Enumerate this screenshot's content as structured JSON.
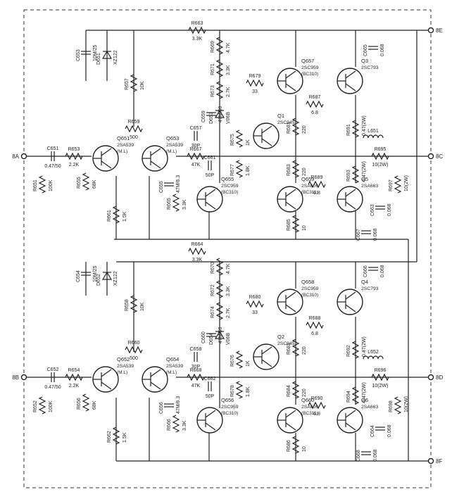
{
  "terminals": [
    {
      "id": "8E",
      "label": "8E"
    },
    {
      "id": "8C",
      "label": "8C"
    },
    {
      "id": "8A",
      "label": "8A"
    },
    {
      "id": "8B",
      "label": "8B"
    },
    {
      "id": "8D",
      "label": "8D"
    },
    {
      "id": "8F",
      "label": "8F"
    }
  ],
  "channels": [
    {
      "key": "a",
      "transistors": [
        {
          "name": "Q651",
          "type": "2SA539",
          "extra": "(M.L)"
        },
        {
          "name": "Q653",
          "type": "2SA539",
          "extra": "(M.L)"
        },
        {
          "name": "Q655",
          "type": "2SC959",
          "extra": "(BC310)"
        },
        {
          "name": "Q1",
          "type": "2SC945",
          "extra": ""
        },
        {
          "name": "Q657",
          "type": "2SC959",
          "extra": "(BC310)"
        },
        {
          "name": "Q3",
          "type": "2SC793",
          "extra": ""
        },
        {
          "name": "Q659",
          "type": "2SA606",
          "extra": "(BC311)"
        },
        {
          "name": "Q5",
          "type": "2SA663",
          "extra": ""
        }
      ],
      "resistors": [
        {
          "name": "R663",
          "value": "3.3K"
        },
        {
          "name": "R657",
          "value": "10K"
        },
        {
          "name": "R653",
          "value": "2.2K"
        },
        {
          "name": "R651",
          "value": "100K"
        },
        {
          "name": "R655",
          "value": "68K"
        },
        {
          "name": "R661",
          "value": "1.5K"
        },
        {
          "name": "R659",
          "value": "500"
        },
        {
          "name": "R665",
          "value": "3.3K"
        },
        {
          "name": "R667",
          "value": "47K"
        },
        {
          "name": "R669",
          "value": "4.7K"
        },
        {
          "name": "R671",
          "value": "3.3K"
        },
        {
          "name": "R673",
          "value": "2.7K"
        },
        {
          "name": "R679",
          "value": "33"
        },
        {
          "name": "R675",
          "value": "1K"
        },
        {
          "name": "R677",
          "value": "1.8K"
        },
        {
          "name": "R681",
          "value": "220"
        },
        {
          "name": "R683",
          "value": "220"
        },
        {
          "name": "R685",
          "value": "10"
        },
        {
          "name": "R687",
          "value": "6.8"
        },
        {
          "name": "R689",
          "value": "6.8"
        },
        {
          "name": "R691",
          "value": "0.47(2W)"
        },
        {
          "name": "R693",
          "value": "0.47(2W)"
        },
        {
          "name": "R695",
          "value": "10(2W)"
        },
        {
          "name": "R697",
          "value": "10(2W)"
        }
      ],
      "capacitors": [
        {
          "name": "C653",
          "value": "10M/25"
        },
        {
          "name": "C651",
          "value": "0.47/50"
        },
        {
          "name": "C655",
          "value": "47M/6.3"
        },
        {
          "name": "C657",
          "value": "30P"
        },
        {
          "name": "C661",
          "value": "50P"
        },
        {
          "name": "C659",
          "value": "47M/50"
        },
        {
          "name": "C665",
          "value": "0.068"
        },
        {
          "name": "C663",
          "value": "0.068"
        },
        {
          "name": "C667",
          "value": "0.068"
        }
      ],
      "diodes": [
        {
          "name": "D651",
          "type": "XZ122"
        },
        {
          "name": "D653",
          "type": "V06B"
        }
      ],
      "inductor": {
        "name": "L651"
      }
    },
    {
      "key": "b",
      "transistors": [
        {
          "name": "Q652",
          "type": "2SA539",
          "extra": "(M.L)"
        },
        {
          "name": "Q654",
          "type": "2SA539",
          "extra": "(M.L)"
        },
        {
          "name": "Q656",
          "type": "2SC959",
          "extra": "(BC310)"
        },
        {
          "name": "Q2",
          "type": "2SC945",
          "extra": ""
        },
        {
          "name": "Q658",
          "type": "2SC959",
          "extra": "(BC310)"
        },
        {
          "name": "Q4",
          "type": "2SC793",
          "extra": ""
        },
        {
          "name": "Q660",
          "type": "2SA606",
          "extra": "(BC311)"
        },
        {
          "name": "Q6",
          "type": "2SA663",
          "extra": ""
        }
      ],
      "resistors": [
        {
          "name": "R664",
          "value": "3.3K"
        },
        {
          "name": "R658",
          "value": "10K"
        },
        {
          "name": "R654",
          "value": "2.2K"
        },
        {
          "name": "R652",
          "value": "100K"
        },
        {
          "name": "R656",
          "value": "68K"
        },
        {
          "name": "R662",
          "value": "1.5K"
        },
        {
          "name": "R660",
          "value": "500"
        },
        {
          "name": "R666",
          "value": "3.3K"
        },
        {
          "name": "R668",
          "value": "47K"
        },
        {
          "name": "R670",
          "value": "4.7K"
        },
        {
          "name": "R672",
          "value": "3.3K"
        },
        {
          "name": "R674",
          "value": "2.7K"
        },
        {
          "name": "R680",
          "value": "33"
        },
        {
          "name": "R676",
          "value": "1K"
        },
        {
          "name": "R678",
          "value": "1.8K"
        },
        {
          "name": "R682",
          "value": "220"
        },
        {
          "name": "R684",
          "value": "220"
        },
        {
          "name": "R686",
          "value": "10"
        },
        {
          "name": "R688",
          "value": "6.8"
        },
        {
          "name": "R690",
          "value": "6.8"
        },
        {
          "name": "R692",
          "value": "0.47(2W)"
        },
        {
          "name": "R694",
          "value": "0.47(2W)"
        },
        {
          "name": "R696",
          "value": "10(2W)"
        },
        {
          "name": "R698",
          "value": "10(2W)"
        }
      ],
      "capacitors": [
        {
          "name": "C654",
          "value": "10M/25"
        },
        {
          "name": "C652",
          "value": "0.47/50"
        },
        {
          "name": "C656",
          "value": "47M/6.3"
        },
        {
          "name": "C658",
          "value": "30P"
        },
        {
          "name": "C662",
          "value": "50P"
        },
        {
          "name": "C660",
          "value": "47M/50"
        },
        {
          "name": "C666",
          "value": "0.068"
        },
        {
          "name": "C664",
          "value": "0.068"
        },
        {
          "name": "C668",
          "value": "0.068"
        }
      ],
      "diodes": [
        {
          "name": "D652",
          "type": "XZ122"
        },
        {
          "name": "D654",
          "type": "V06B"
        }
      ],
      "inductor": {
        "name": "L652"
      }
    }
  ]
}
